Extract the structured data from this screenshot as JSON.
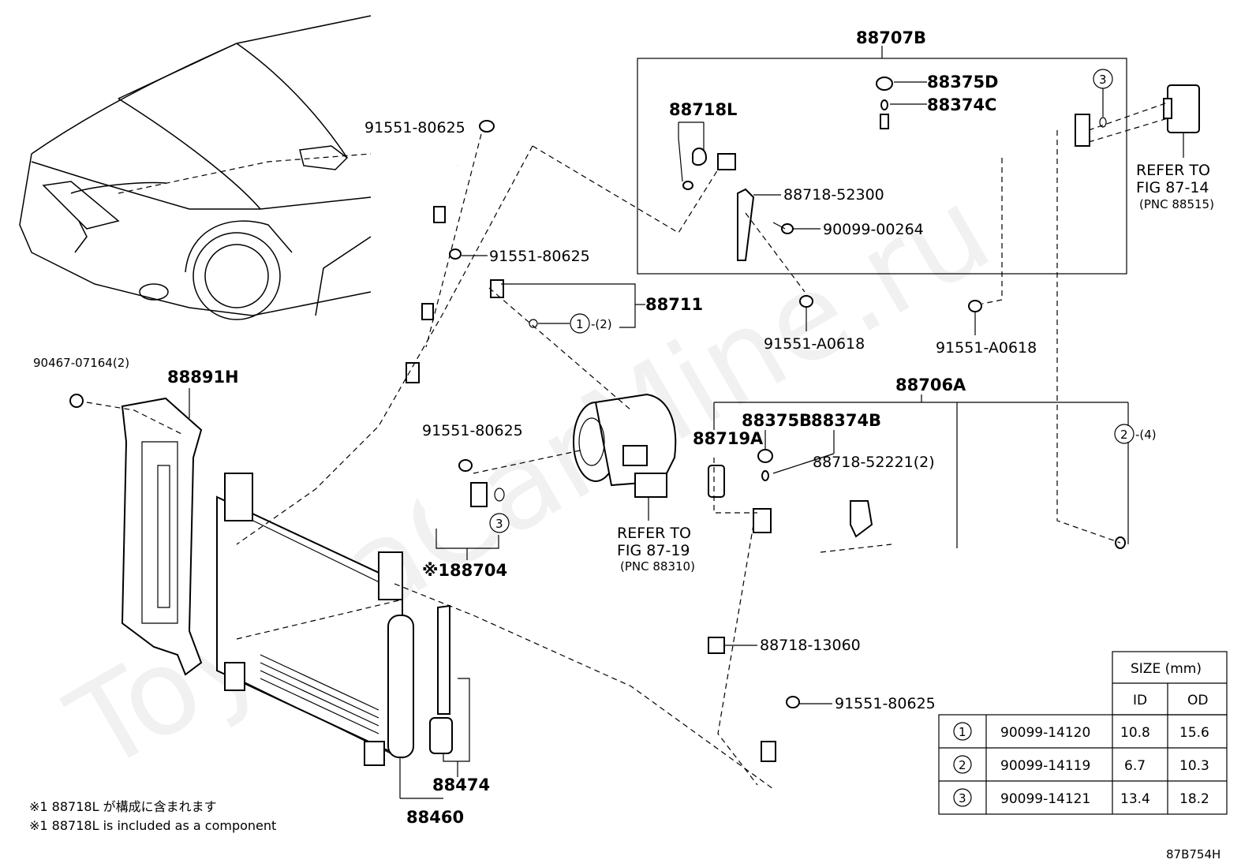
{
  "watermark": "ToyotaCarMine.ru",
  "figure_id": "87B754H",
  "labels": {
    "p88707B": "88707B",
    "p88375D": "88375D",
    "p88374C": "88374C",
    "p88718L": "88718L",
    "p88718_52300": "88718-52300",
    "p90099_00264": "90099-00264",
    "p91551_A0618_a": "91551-A0618",
    "p91551_A0618_b": "91551-A0618",
    "p91551_80625_a": "91551-80625",
    "p91551_80625_b": "91551-80625",
    "p91551_80625_c": "91551-80625",
    "p91551_80625_d": "91551-80625",
    "p88711": "88711",
    "p88711_qty": "-(2)",
    "p90467": "90467-07164(2)",
    "p88891H": "88891H",
    "p88706A": "88706A",
    "p88719A": "88719A",
    "p88375B": "88375B",
    "p88374B": "88374B",
    "p88718_52221": "88718-52221(2)",
    "p88718_13060": "88718-13060",
    "p88704": "※188704",
    "p88474": "88474",
    "p88460": "88460",
    "ring2_qty": "-(4)",
    "circ1": "1",
    "circ2": "2",
    "circ3": "3"
  },
  "refs": {
    "ref_exp_1": "REFER TO",
    "ref_exp_2": "FIG 87-14",
    "ref_exp_3": "(PNC 88515)",
    "ref_comp_1": "REFER TO",
    "ref_comp_2": "FIG 87-19",
    "ref_comp_3": "(PNC 88310)"
  },
  "notes": {
    "jp": "※1 88718L が構成に含まれます",
    "en": "※1 88718L is included as a component"
  },
  "size_table": {
    "header": "SIZE (mm)",
    "col_id": "ID",
    "col_od": "OD",
    "rows": [
      {
        "mark": "1",
        "part": "90099-14120",
        "id": "10.8",
        "od": "15.6"
      },
      {
        "mark": "2",
        "part": "90099-14119",
        "id": "6.7",
        "od": "10.3"
      },
      {
        "mark": "3",
        "part": "90099-14121",
        "id": "13.4",
        "od": "18.2"
      }
    ]
  }
}
